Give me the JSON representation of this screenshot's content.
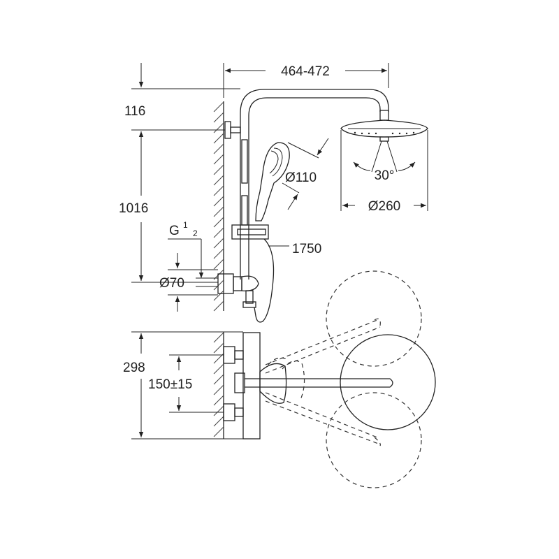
{
  "dimensions": {
    "arm_length": "464-472",
    "top_offset": "116",
    "rail_height": "1016",
    "thread_g": "G",
    "thread_num": "1",
    "thread_den": "2",
    "rosette_diameter": "Ø70",
    "hand_shower_diameter": "Ø110",
    "hose_length": "1750",
    "head_shower_diameter": "Ø260",
    "head_angle": "30°",
    "plan_depth": "298",
    "connection_spacing": "150±15"
  }
}
